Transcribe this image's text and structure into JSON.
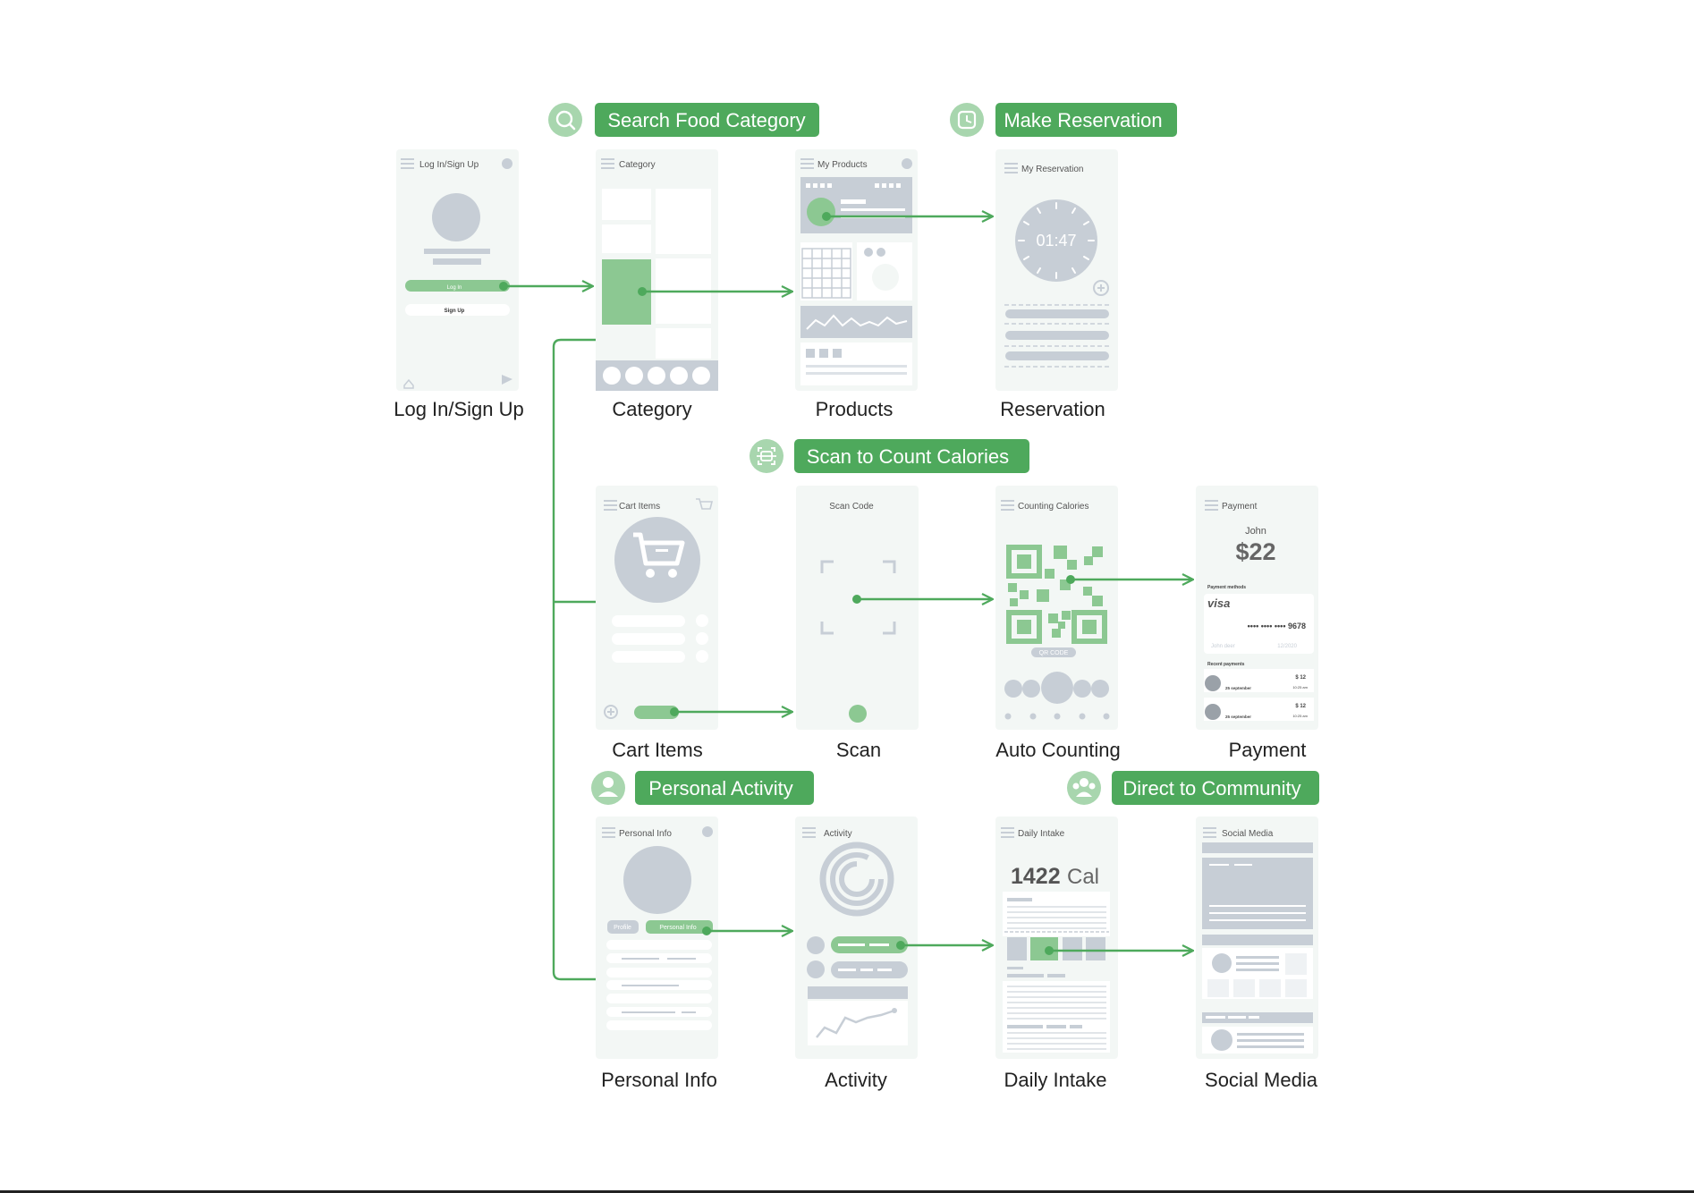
{
  "colors": {
    "accent": "#4ea95c",
    "accent_light": "#8cc892",
    "icon_circle": "#a8d6ae",
    "screen_bg": "#f3f7f5",
    "wire_gray": "#c7ced6",
    "text_dark": "#222222",
    "text_gray": "#555555"
  },
  "features": {
    "search": {
      "label": "Search Food Category",
      "icon": "search-icon"
    },
    "reserve": {
      "label": "Make Reservation",
      "icon": "clock-icon"
    },
    "scan": {
      "label": "Scan to Count Calories",
      "icon": "scan-icon"
    },
    "personal": {
      "label": "Personal Activity",
      "icon": "user-icon"
    },
    "community": {
      "label": "Direct to Community",
      "icon": "group-icon"
    }
  },
  "screens": {
    "login": {
      "header": "Log In/Sign Up",
      "caption": "Log In/Sign Up",
      "login_button": "Log In",
      "signup_button": "Sign Up"
    },
    "category": {
      "header": "Category",
      "caption": "Category"
    },
    "products": {
      "header": "My Products",
      "caption": "Products"
    },
    "reservation": {
      "header": "My Reservation",
      "caption": "Reservation",
      "clock_time": "01:47"
    },
    "cart": {
      "header": "Cart Items",
      "caption": "Cart Items"
    },
    "scan": {
      "header": "Scan Code",
      "caption": "Scan"
    },
    "counting": {
      "header": "Counting Calories",
      "caption": "Auto Counting",
      "qr_label": "QR CODE"
    },
    "payment": {
      "header": "Payment",
      "caption": "Payment",
      "name": "John",
      "amount": "$22",
      "methods_label": "Payment methods",
      "card_brand": "visa",
      "card_digits": "•••• •••• ••••  9678",
      "card_holder": "John deer",
      "card_exp": "12/2020",
      "recent_label": "Recent payments",
      "recent": [
        {
          "date": "25 september",
          "amount": "$ 12",
          "time": "10:25 am"
        },
        {
          "date": "25 september",
          "amount": "$ 12",
          "time": "10:25 am"
        }
      ]
    },
    "personal_info": {
      "header": "Personal Info",
      "caption": "Personal Info",
      "tab_profile": "Profile",
      "tab_info": "Personal Info"
    },
    "activity": {
      "header": "Activity",
      "caption": "Activity"
    },
    "daily": {
      "header": "Daily Intake",
      "caption": "Daily Intake",
      "calories": "1422",
      "unit": "Cal"
    },
    "social": {
      "header": "Social Media",
      "caption": "Social Media"
    }
  }
}
